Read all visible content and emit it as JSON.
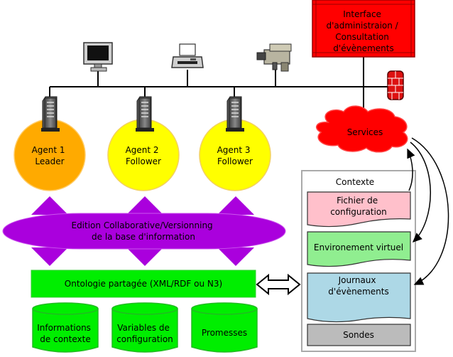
{
  "admin_interface": {
    "lines": [
      "Interface",
      "d'administraion /",
      "Consultation",
      "d'évènements"
    ],
    "color": "#ff0000"
  },
  "services": {
    "label": "Services",
    "color": "#ff0000"
  },
  "agents": [
    {
      "lines": [
        "Agent 1",
        "Leader"
      ],
      "color": "#ffaa00"
    },
    {
      "lines": [
        "Agent 2",
        "Follower"
      ],
      "color": "#ffff00"
    },
    {
      "lines": [
        "Agent 3",
        "Follower"
      ],
      "color": "#ffff00"
    }
  ],
  "edition": {
    "lines": [
      "Edition Collaborative/Versionning",
      "de la base d'information"
    ],
    "color": "#aa00dd"
  },
  "ontology": {
    "label": "Ontologie partagée (XML/RDF ou N3)",
    "color": "#00ee00"
  },
  "stores": [
    {
      "lines": [
        "Informations",
        "de contexte"
      ]
    },
    {
      "lines": [
        "Variables de",
        "configuration"
      ]
    },
    {
      "lines": [
        "Promesses"
      ]
    }
  ],
  "context": {
    "title": "Contexte",
    "items": [
      {
        "lines": [
          "Fichier de",
          "configuration"
        ],
        "color": "#ffc0cb"
      },
      {
        "lines": [
          "Environement virtuel"
        ],
        "color": "#90ee90"
      },
      {
        "lines": [
          "Journaux",
          "d'évènements"
        ],
        "color": "#add8e6"
      },
      {
        "lines": [
          "Sondes"
        ],
        "color": "#bbbbbb"
      }
    ]
  },
  "devices": [
    "monitor-icon",
    "printer-icon",
    "camera-icon",
    "firewall-icon",
    "server-icon"
  ]
}
